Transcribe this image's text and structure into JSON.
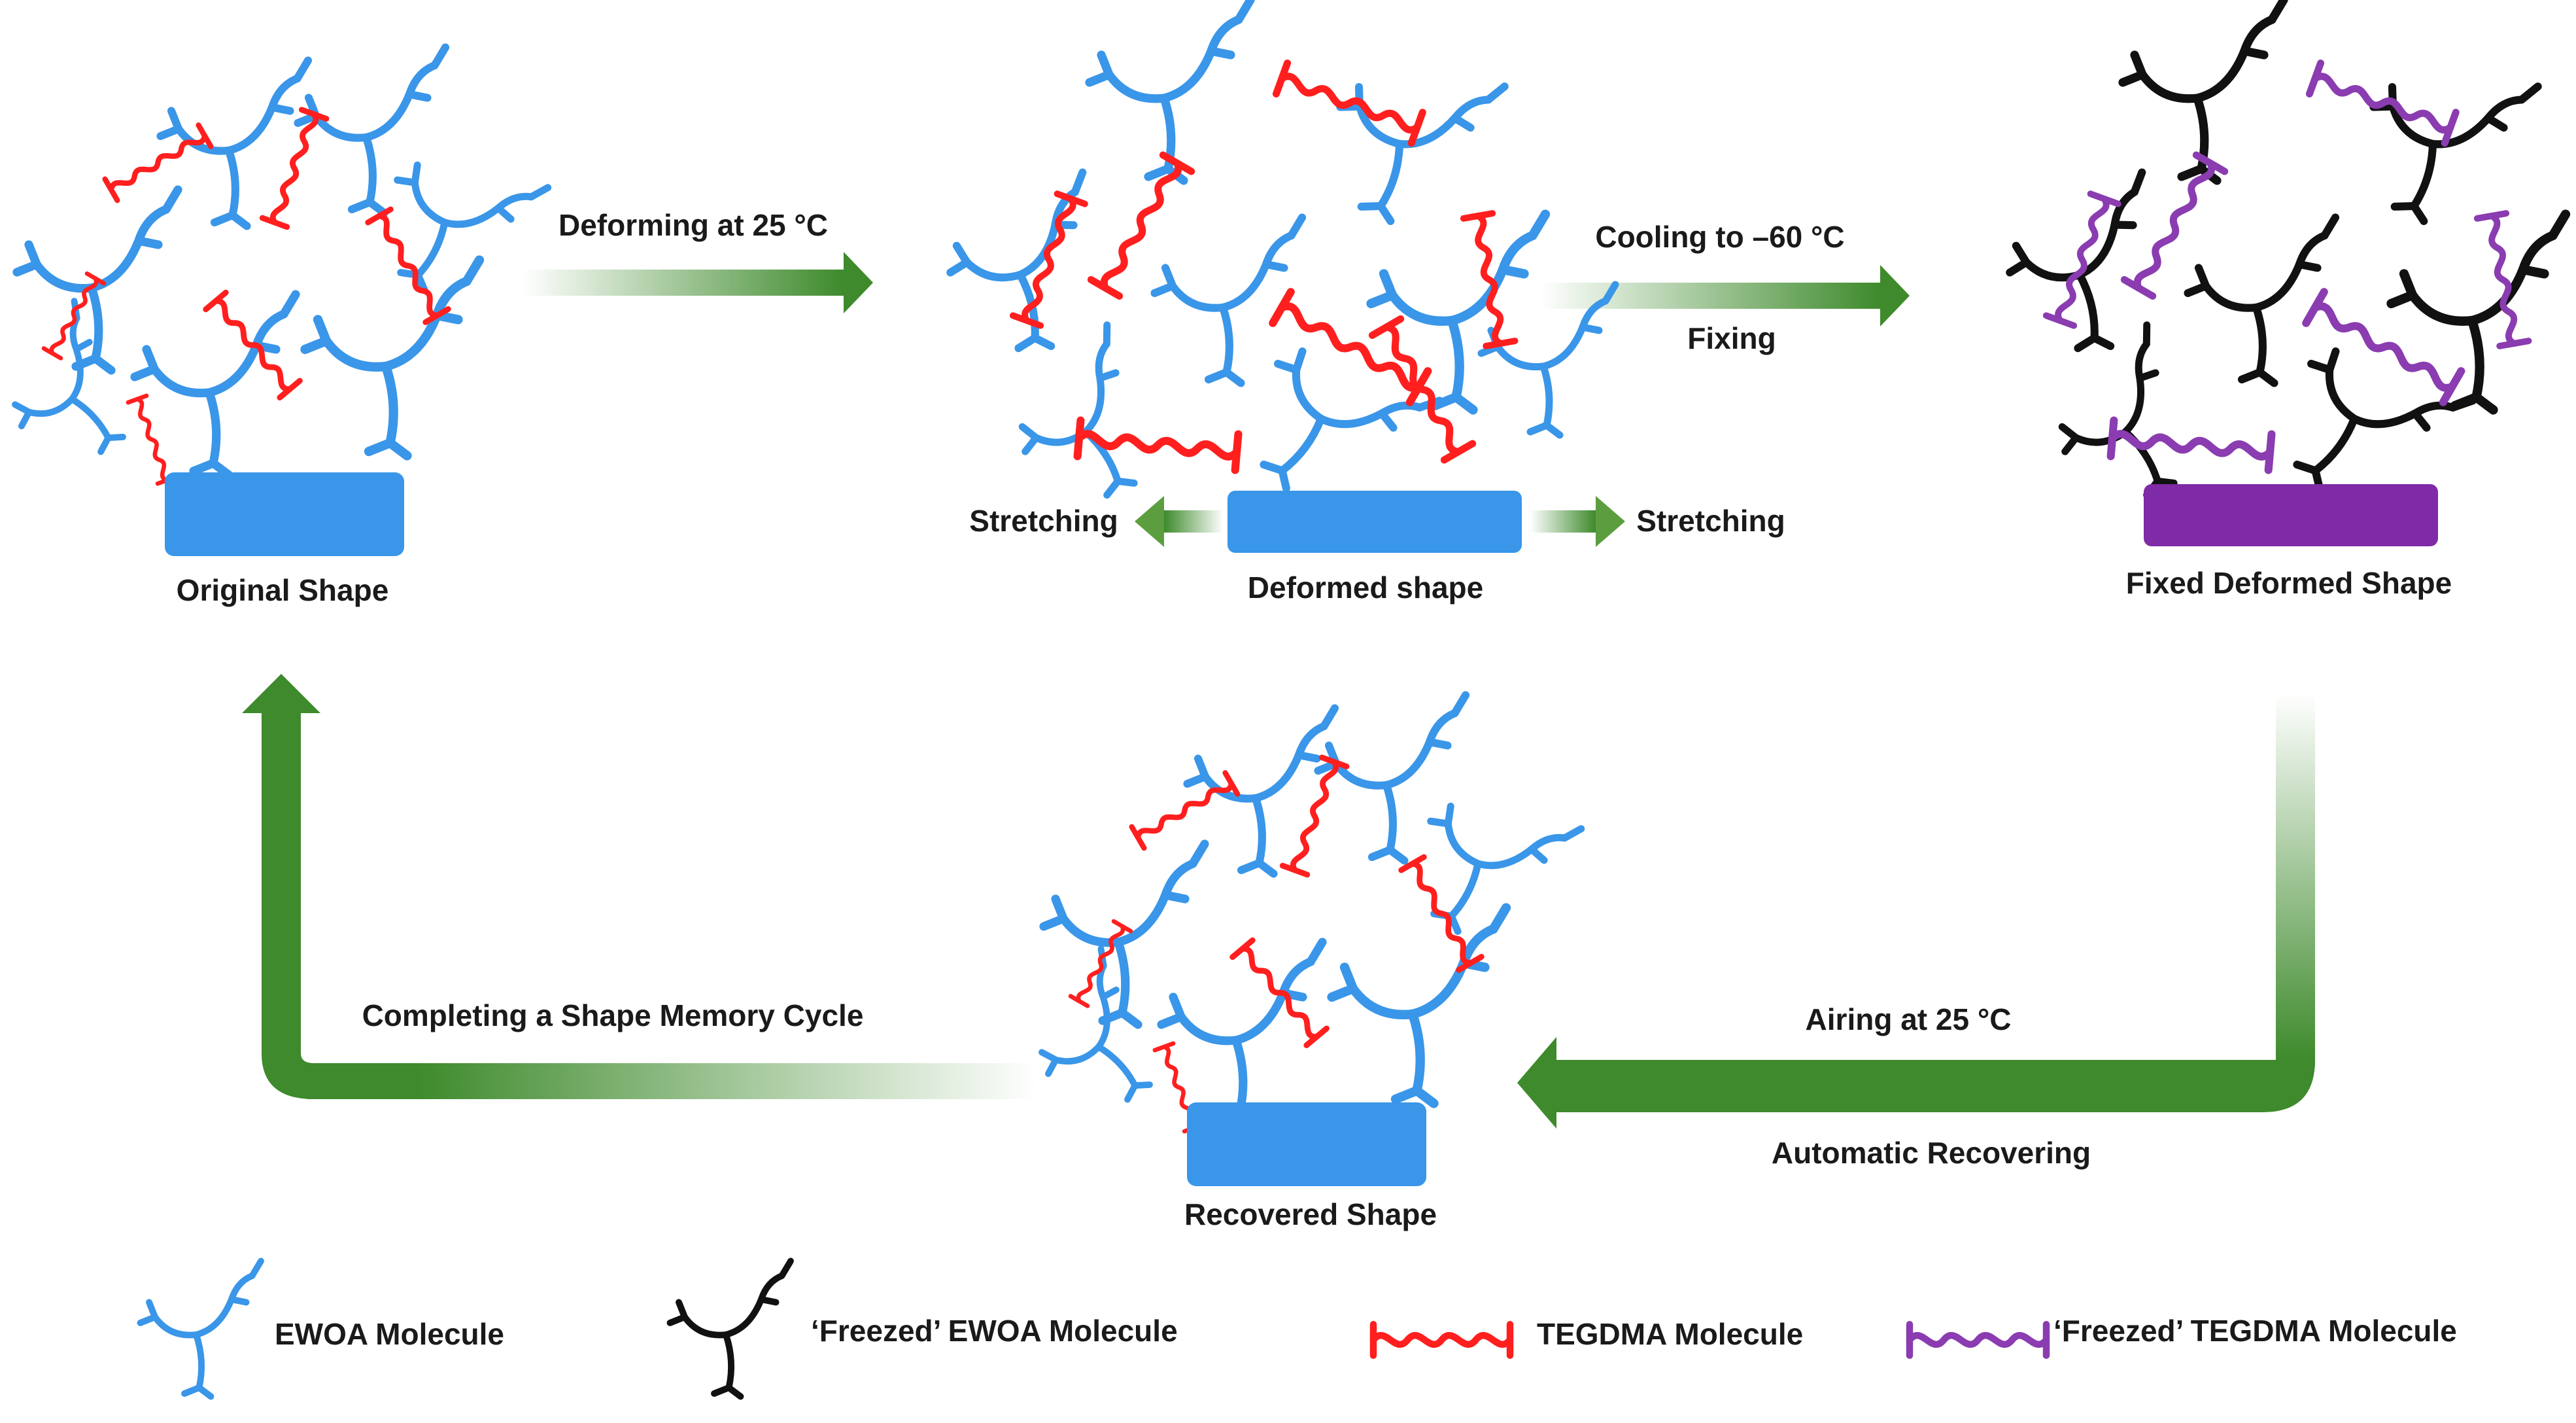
{
  "steps": {
    "deform": "Deforming at 25 °C",
    "cool": "Cooling to –60 °C",
    "fixing": "Fixing",
    "airing": "Airing at 25 °C",
    "recovering": "Automatic Recovering",
    "complete": "Completing a Shape Memory Cycle"
  },
  "stretch": {
    "left": "Stretching",
    "right": "Stretching"
  },
  "states": {
    "original": {
      "label": "Original Shape",
      "color": "#3a96e8"
    },
    "deformed": {
      "label": "Deformed shape",
      "color": "#3a96e8"
    },
    "fixed": {
      "label": "Fixed Deformed Shape",
      "color": "#7f2aa6"
    },
    "recovered": {
      "label": "Recovered Shape",
      "color": "#3a96e8"
    }
  },
  "legend": {
    "ewoa": "EWOA Molecule",
    "frozen_ewoa": "‘Freezed’ EWOA Molecule",
    "tegdma": "TEGDMA Molecule",
    "frozen_tegdma": "‘Freezed’ TEGDMA Molecule"
  },
  "colors": {
    "ewoa": "#3a96e8",
    "tegdma": "#ff1f1f",
    "frozen_ewoa": "#111111",
    "frozen_tegdma": "#8a3cb0",
    "arrow": "#3e8a2c"
  }
}
